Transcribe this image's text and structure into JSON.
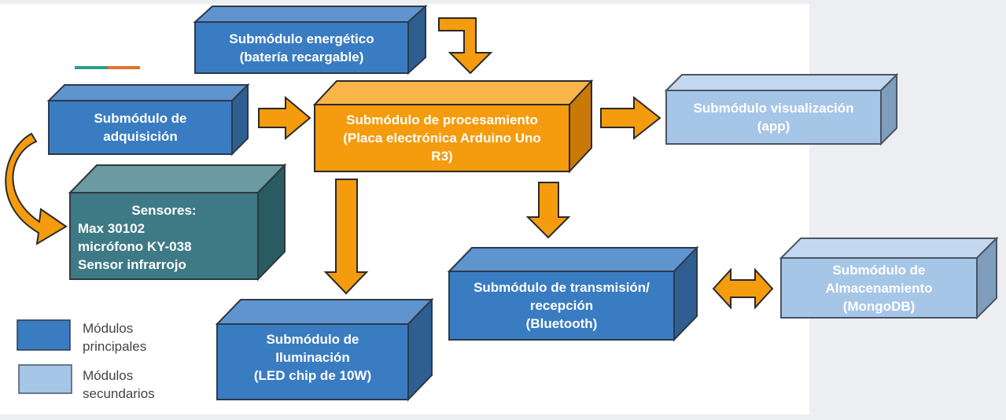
{
  "colors": {
    "primary": "#3a7cc2",
    "secondary": "#a6c6e8",
    "processing": "#f59b0e",
    "sensors": "#3e7a85",
    "arrow": "#f59b0e",
    "accent_teal": "#2a9d8f",
    "accent_orange": "#e76f2a"
  },
  "blocks": {
    "energetico": "Submódulo energético\n(batería recargable)",
    "adquisicion": "Submódulo de\nadquisición",
    "procesamiento": "Submódulo de procesamiento\n(Placa electrónica Arduino Uno\nR3)",
    "visualizacion": "Submódulo visualización\n(app)",
    "sensores_title": "Sensores:",
    "sensores_body": "Max 30102\nmicrófono KY-038\nSensor infrarrojo",
    "iluminacion": "Submódulo de\nIluminación\n(LED chip de 10W)",
    "transmision": "Submódulo de transmisión/\nrecepción\n(Bluetooth)",
    "almacenamiento": "Submódulo de\nAlmacenamiento\n(MongoDB)"
  },
  "legend": {
    "principales": "Módulos\nprincipales",
    "secundarios": "Módulos\nsecundarios"
  }
}
